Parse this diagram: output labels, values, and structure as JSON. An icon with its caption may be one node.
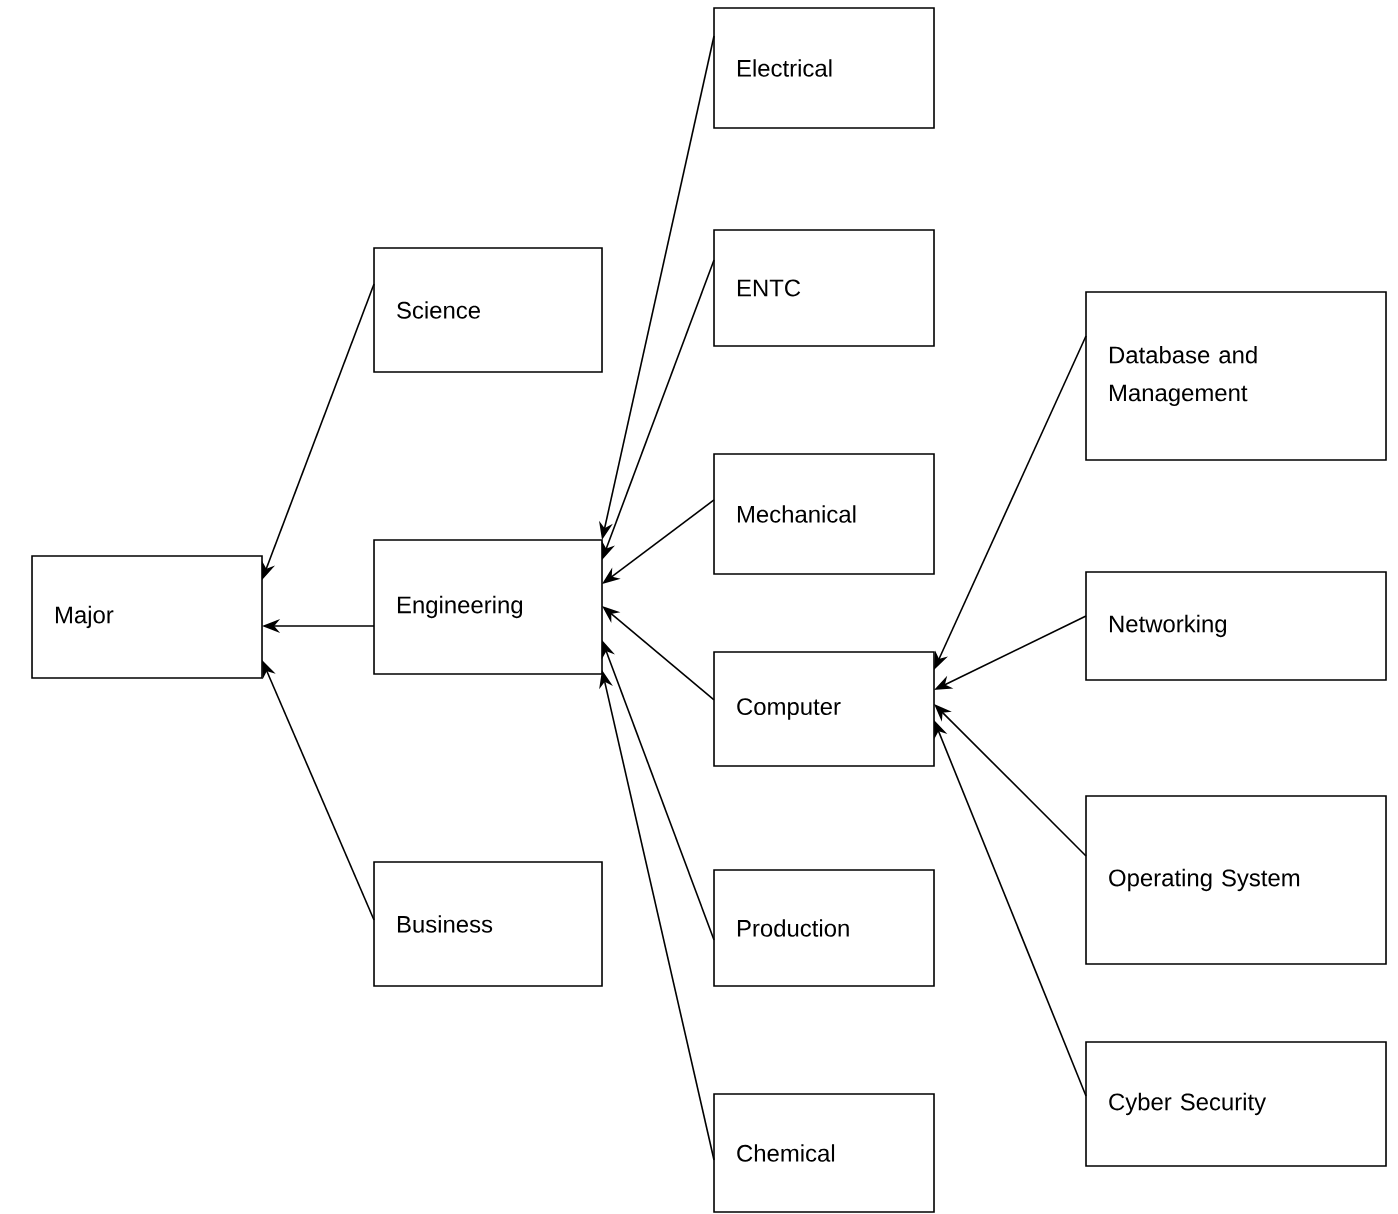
{
  "diagram": {
    "nodes": [
      {
        "text": [
          "Major"
        ]
      },
      {
        "text": [
          "Science"
        ]
      },
      {
        "text": [
          "Engineering"
        ]
      },
      {
        "text": [
          "Business"
        ]
      },
      {
        "text": [
          "Electrical"
        ]
      },
      {
        "text": [
          "ENTC"
        ]
      },
      {
        "text": [
          "Mechanical"
        ]
      },
      {
        "text": [
          "Computer"
        ]
      },
      {
        "text": [
          "Production"
        ]
      },
      {
        "text": [
          "Chemical"
        ]
      },
      {
        "text": [
          "Database and Management"
        ]
      },
      {
        "text": [
          "Networking"
        ]
      },
      {
        "text": [
          "Operating System"
        ]
      },
      {
        "text": [
          "Cyber Security"
        ]
      }
    ],
    "edges": [
      {
        "from": 1,
        "to": 0,
        "arrow": "to"
      },
      {
        "from": 2,
        "to": 0,
        "arrow": "to"
      },
      {
        "from": 3,
        "to": 0,
        "arrow": "to"
      },
      {
        "from": 4,
        "to": 2,
        "arrow": "to"
      },
      {
        "from": 5,
        "to": 2,
        "arrow": "to"
      },
      {
        "from": 6,
        "to": 2,
        "arrow": "to"
      },
      {
        "from": 7,
        "to": 2,
        "arrow": "to"
      },
      {
        "from": 8,
        "to": 2,
        "arrow": "to"
      },
      {
        "from": 9,
        "to": 2,
        "arrow": "to"
      },
      {
        "from": 10,
        "to": 7,
        "arrow": "to"
      },
      {
        "from": 11,
        "to": 7,
        "arrow": "to"
      },
      {
        "from": 12,
        "to": 7,
        "arrow": "to"
      },
      {
        "from": 13,
        "to": 7,
        "arrow": "to"
      }
    ]
  }
}
